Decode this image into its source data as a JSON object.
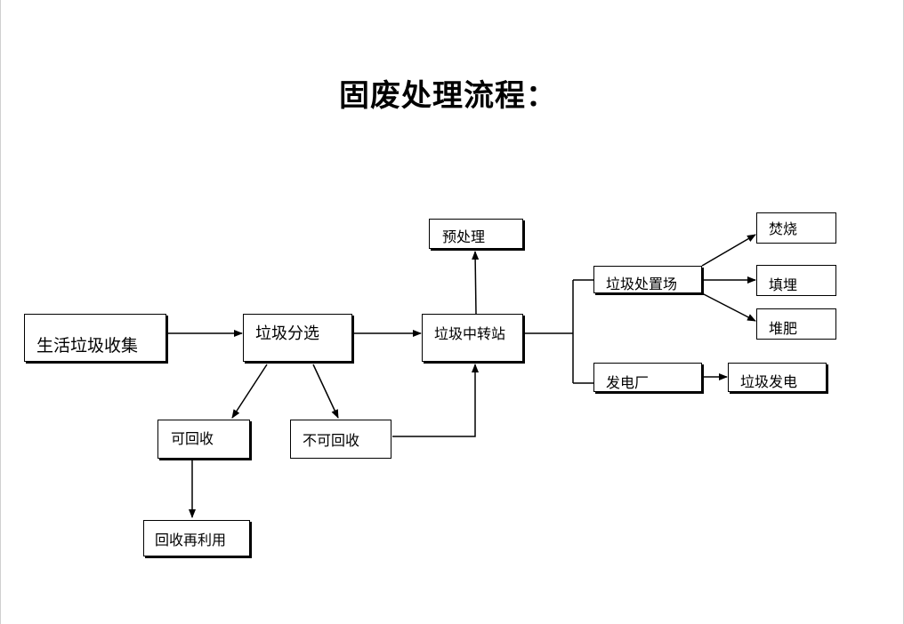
{
  "title": "固废处理流程：",
  "nodes": {
    "collect": "生活垃圾收集",
    "sort": "垃圾分选",
    "transfer": "垃圾中转站",
    "pretreat": "预处理",
    "recyclable": "可回收",
    "nonrecyclable": "不可回收",
    "reuse": "回收再利用",
    "disposal": "垃圾处置场",
    "powerplant": "发电厂",
    "incinerate": "焚烧",
    "landfill": "填埋",
    "compost": "堆肥",
    "wastepower": "垃圾发电"
  },
  "colors": {
    "stroke": "#000000",
    "background": "#ffffff"
  }
}
